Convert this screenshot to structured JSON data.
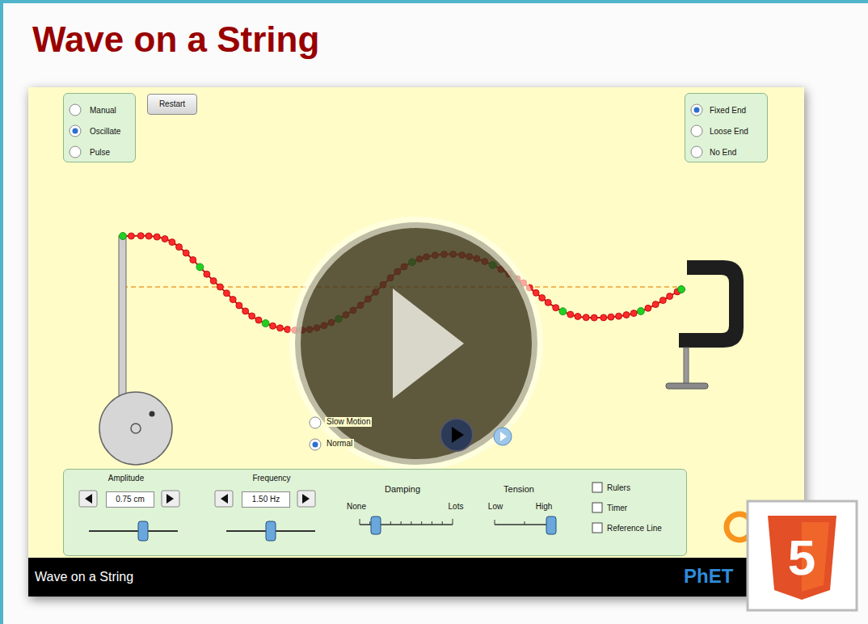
{
  "diagram": {
    "title": "Wave on a String",
    "nodes": [
      {
        "text": [
          "Manual",
          "Oscillate",
          "Pulse"
        ]
      },
      {
        "text": [
          "Restart"
        ]
      },
      {
        "text": [
          "Fixed End",
          "Loose End",
          "No End"
        ]
      },
      {
        "text": [
          "Amplitude",
          "Frequency",
          "Damping",
          "None",
          "Lots",
          "Tension",
          "Low",
          "High",
          "Rulers",
          "Timer",
          "Reference Line"
        ]
      },
      {
        "text": [
          "0.75 cm"
        ],
        "in": 3
      },
      {
        "text": [
          "1.50 Hz"
        ],
        "in": 3
      },
      {
        "text": [
          "Wave on a String"
        ]
      }
    ],
    "labels": [
      "Slow Motion",
      "Normal",
      "PhET",
      "5"
    ]
  }
}
